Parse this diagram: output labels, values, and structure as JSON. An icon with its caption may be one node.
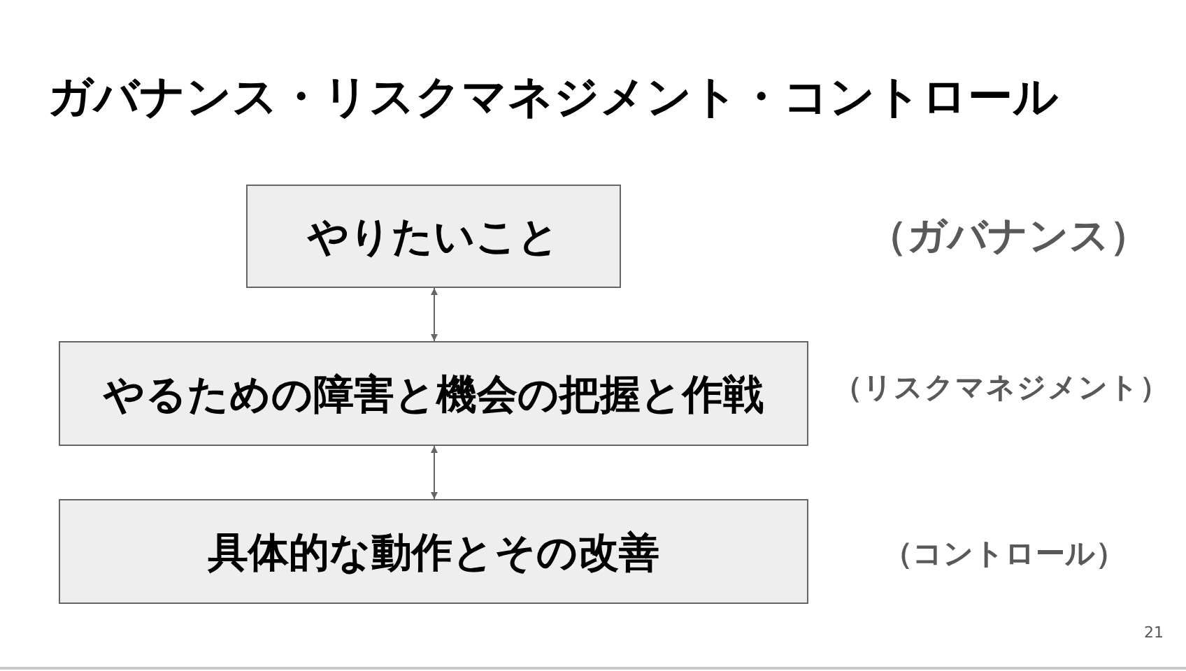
{
  "diagram": {
    "title": "ガバナンス・リスクマネジメント・コントロール",
    "nodes": [
      {
        "text": [
          "やりたいこと"
        ]
      },
      {
        "text": [
          "やるための障害と機会の把握と作戦"
        ]
      },
      {
        "text": [
          "具体的な動作とその改善"
        ]
      }
    ],
    "edges": [
      {
        "from": 0,
        "to": 1,
        "arrow": "both"
      },
      {
        "from": 1,
        "to": 2,
        "arrow": "both"
      }
    ],
    "labels": [
      "（ガバナンス）",
      "（リスクマネジメント）",
      "（コントロール）",
      "21"
    ]
  }
}
